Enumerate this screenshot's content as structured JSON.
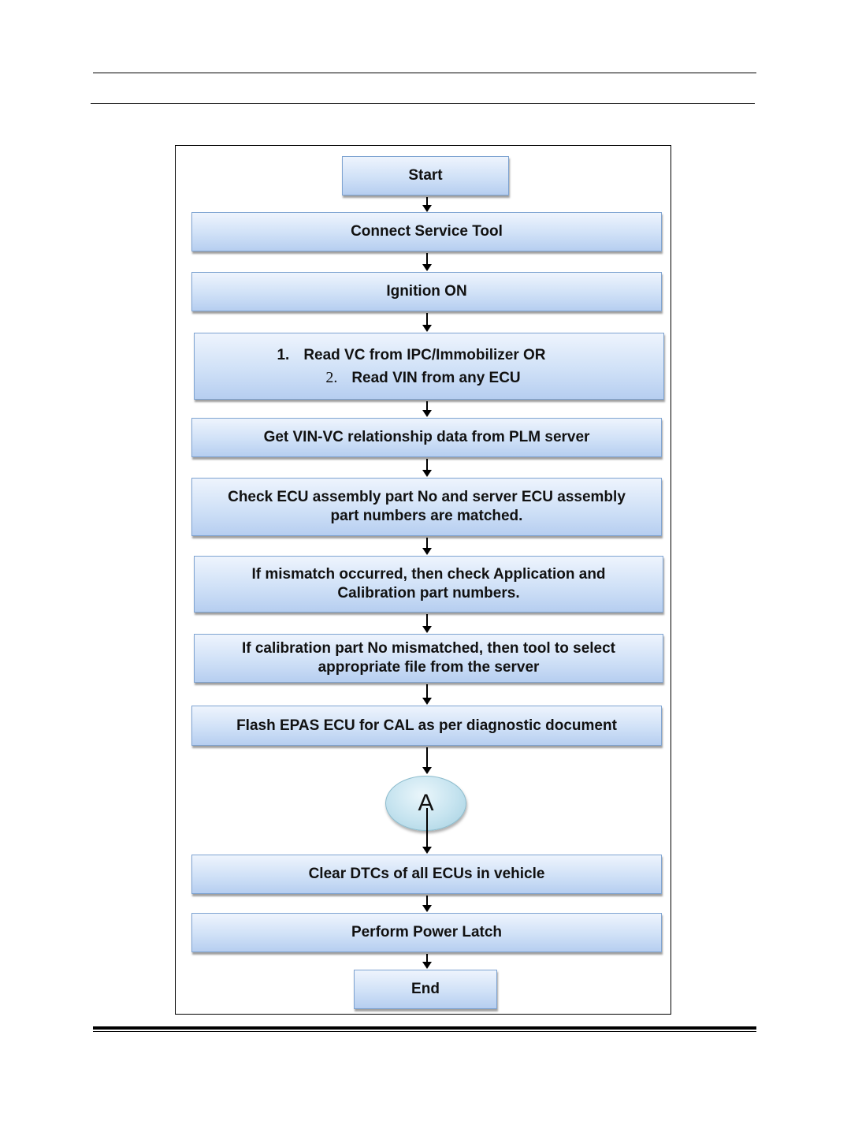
{
  "flowchart": {
    "start": "Start",
    "connect_tool": "Connect Service Tool",
    "ignition_on": "Ignition ON",
    "read_step": {
      "item1_num": "1.",
      "item1_text": "Read VC from IPC/Immobilizer OR",
      "item2_num": "2.",
      "item2_text": "Read VIN from any ECU"
    },
    "get_relationship": "Get VIN-VC relationship data from PLM server",
    "check_ecu": {
      "line1": "Check ECU assembly part No and server ECU assembly",
      "line2": "part numbers are matched."
    },
    "mismatch_check": {
      "line1": "If mismatch occurred, then check Application and",
      "line2": "Calibration part numbers."
    },
    "calibration_select": {
      "line1": "If calibration part No mismatched, then tool to select",
      "line2": "appropriate file from the server"
    },
    "flash_epas": "Flash EPAS ECU for CAL as per diagnostic document",
    "connector_label": "A",
    "clear_dtcs": "Clear DTCs of all ECUs in vehicle",
    "power_latch": "Perform Power Latch",
    "end": "End"
  },
  "colors": {
    "box_fill_top": "#eef4fd",
    "box_fill_bottom": "#b6cef0",
    "box_border": "#7ea3d1",
    "connector_fill": "#c5e3ef"
  }
}
